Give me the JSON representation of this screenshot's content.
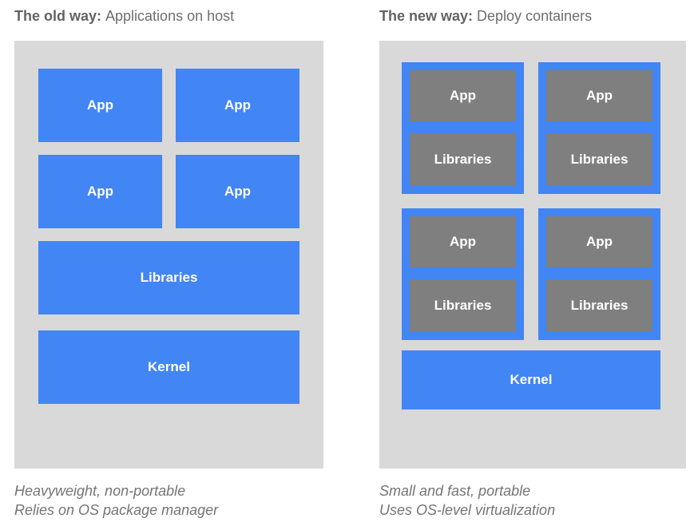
{
  "colors": {
    "blue": "#4285F4",
    "panel_gray": "#D9D9D9",
    "box_gray": "#7F7F7F",
    "title_gray": "#6E6E6E",
    "caption_gray": "#757575",
    "box_text": "#FFFFFF"
  },
  "old_way": {
    "title_bold": "The old way:",
    "title_rest": "Applications on host",
    "apps": [
      "App",
      "App",
      "App",
      "App"
    ],
    "libraries_label": "Libraries",
    "kernel_label": "Kernel",
    "caption_line1": "Heavyweight, non-portable",
    "caption_line2": "Relies on OS package manager"
  },
  "new_way": {
    "title_bold": "The new way:",
    "title_rest": "Deploy containers",
    "containers": [
      {
        "app": "App",
        "libraries": "Libraries"
      },
      {
        "app": "App",
        "libraries": "Libraries"
      },
      {
        "app": "App",
        "libraries": "Libraries"
      },
      {
        "app": "App",
        "libraries": "Libraries"
      }
    ],
    "kernel_label": "Kernel",
    "caption_line1": "Small and fast, portable",
    "caption_line2": "Uses OS-level virtualization"
  }
}
